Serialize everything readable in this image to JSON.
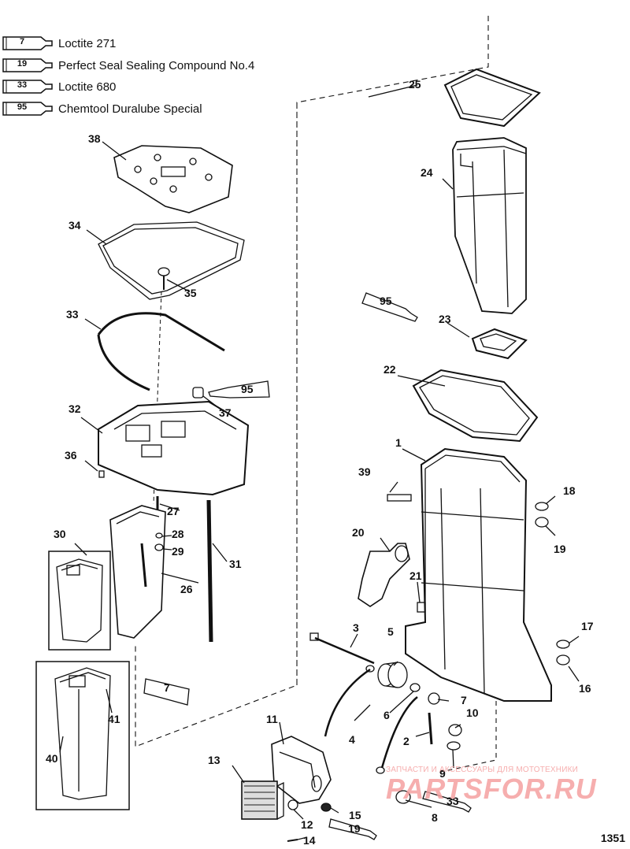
{
  "legend": [
    {
      "code": "7",
      "label": "Loctite 271"
    },
    {
      "code": "19",
      "label": "Perfect Seal Sealing Compound No.4"
    },
    {
      "code": "33",
      "label": "Loctite 680"
    },
    {
      "code": "95",
      "label": "Chemtool Duralube Special"
    }
  ],
  "callouts": [
    "1",
    "2",
    "3",
    "4",
    "5",
    "6",
    "7",
    "8",
    "9",
    "10",
    "11",
    "12",
    "13",
    "14",
    "15",
    "16",
    "17",
    "18",
    "19",
    "20",
    "21",
    "22",
    "23",
    "24",
    "25",
    "26",
    "27",
    "28",
    "29",
    "30",
    "31",
    "32",
    "33",
    "34",
    "35",
    "36",
    "37",
    "38",
    "39",
    "40",
    "41"
  ],
  "tube_labels": {
    "t95a": "95",
    "t95b": "95",
    "t7": "7",
    "t33": "33",
    "t19": "19"
  },
  "watermark": {
    "tagline": "ЗАПЧАСТИ И АКСЕССУАРЫ ДЛЯ МОТОТЕХНИКИ",
    "logo": "PARTSFOR.RU"
  },
  "diagram_ref": "1351"
}
